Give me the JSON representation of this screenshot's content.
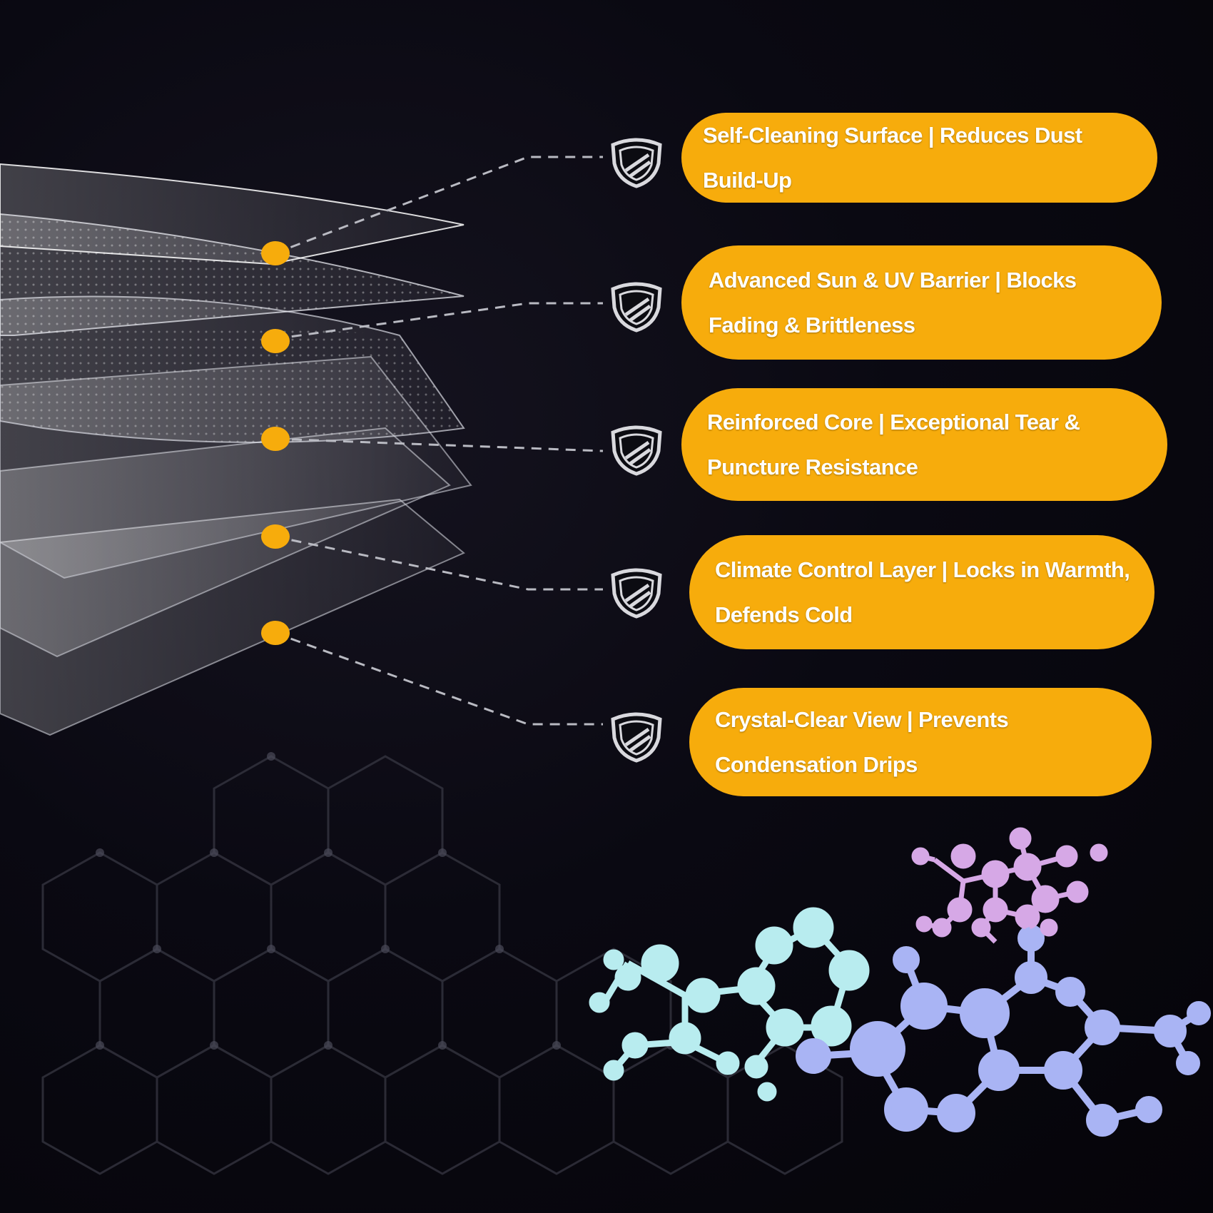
{
  "features": [
    {
      "label": "Self-Cleaning Surface | Reduces Dust Build-Up",
      "icon": "shield-icon"
    },
    {
      "label": "Advanced Sun & UV Barrier | Blocks Fading & Brittleness",
      "icon": "shield-icon"
    },
    {
      "label": "Reinforced Core | Exceptional Tear & Puncture Resistance",
      "icon": "shield-icon"
    },
    {
      "label": "Climate Control Layer | Locks in Warmth, Defends Cold",
      "icon": "shield-icon"
    },
    {
      "label": "Crystal-Clear View | Prevents Condensation Drips",
      "icon": "shield-icon"
    }
  ],
  "colors": {
    "accent": "#f7ac0c",
    "background": "#07060c",
    "molecule_cyan": "#b8ecef",
    "molecule_blue": "#a9b4f4",
    "molecule_pink": "#d6a8e6"
  }
}
